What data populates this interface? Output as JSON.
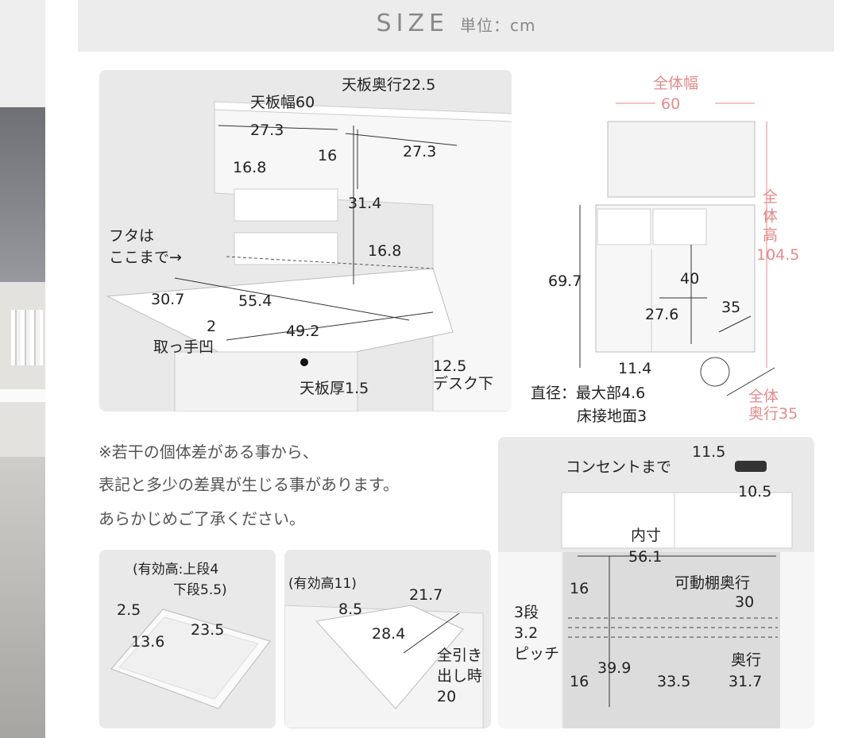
{
  "header": {
    "title": "SIZE",
    "unit": "単位：cm"
  },
  "panel1": {
    "top_width": "天板幅60",
    "top_depth": "天板奥行22.5",
    "w_left": "27.3",
    "h_16": "16",
    "w_right": "27.3",
    "shelf_168a": "16.8",
    "h_314": "31.4",
    "shelf_168b": "16.8",
    "lid_note": "フタは\nここまで→",
    "d_307": "30.7",
    "d_554": "55.4",
    "d_2": "2",
    "d_492": "49.2",
    "handle": "取っ手凹",
    "thickness": "天板厚1.5",
    "desk_under": "12.5\nデスク下"
  },
  "panel2": {
    "overall_width_label": "全体幅",
    "overall_width": "60",
    "overall_height_label": "全\n体\n高",
    "overall_height": "104.5",
    "h_697": "69.7",
    "h_40": "40",
    "w_276": "27.6",
    "d_35": "35",
    "leg": "11.4",
    "diameter": "直径：最大部4.6",
    "floor_contact": "床接地面3",
    "overall_depth_label": "全体\n奥行35"
  },
  "notes": [
    "※若干の個体差がある事から、",
    "表記と多少の差異が生じる事があります。",
    "あらかじめご了承ください。"
  ],
  "panel3": {
    "eff_height": "(有効高:上段4\n　　　下段5.5)",
    "h_25": "2.5",
    "w_235": "23.5",
    "d_136": "13.6"
  },
  "panel4": {
    "eff_height": "(有効高11)",
    "h_85": "8.5",
    "w_217": "21.7",
    "d_284": "28.4",
    "full_out": "全引き\n出し時\n20"
  },
  "panel5": {
    "outlet": "コンセントまで",
    "w_115": "11.5",
    "w_105": "10.5",
    "inner_label": "内寸",
    "inner_w": "56.1",
    "h_16a": "16",
    "shelf_depth_label": "可動棚奥行",
    "shelf_depth": "30",
    "steps": "3段\n3.2\nピッチ",
    "h_399": "39.9",
    "h_16b": "16",
    "w_335": "33.5",
    "depth_label": "奥行",
    "depth": "31.7"
  }
}
